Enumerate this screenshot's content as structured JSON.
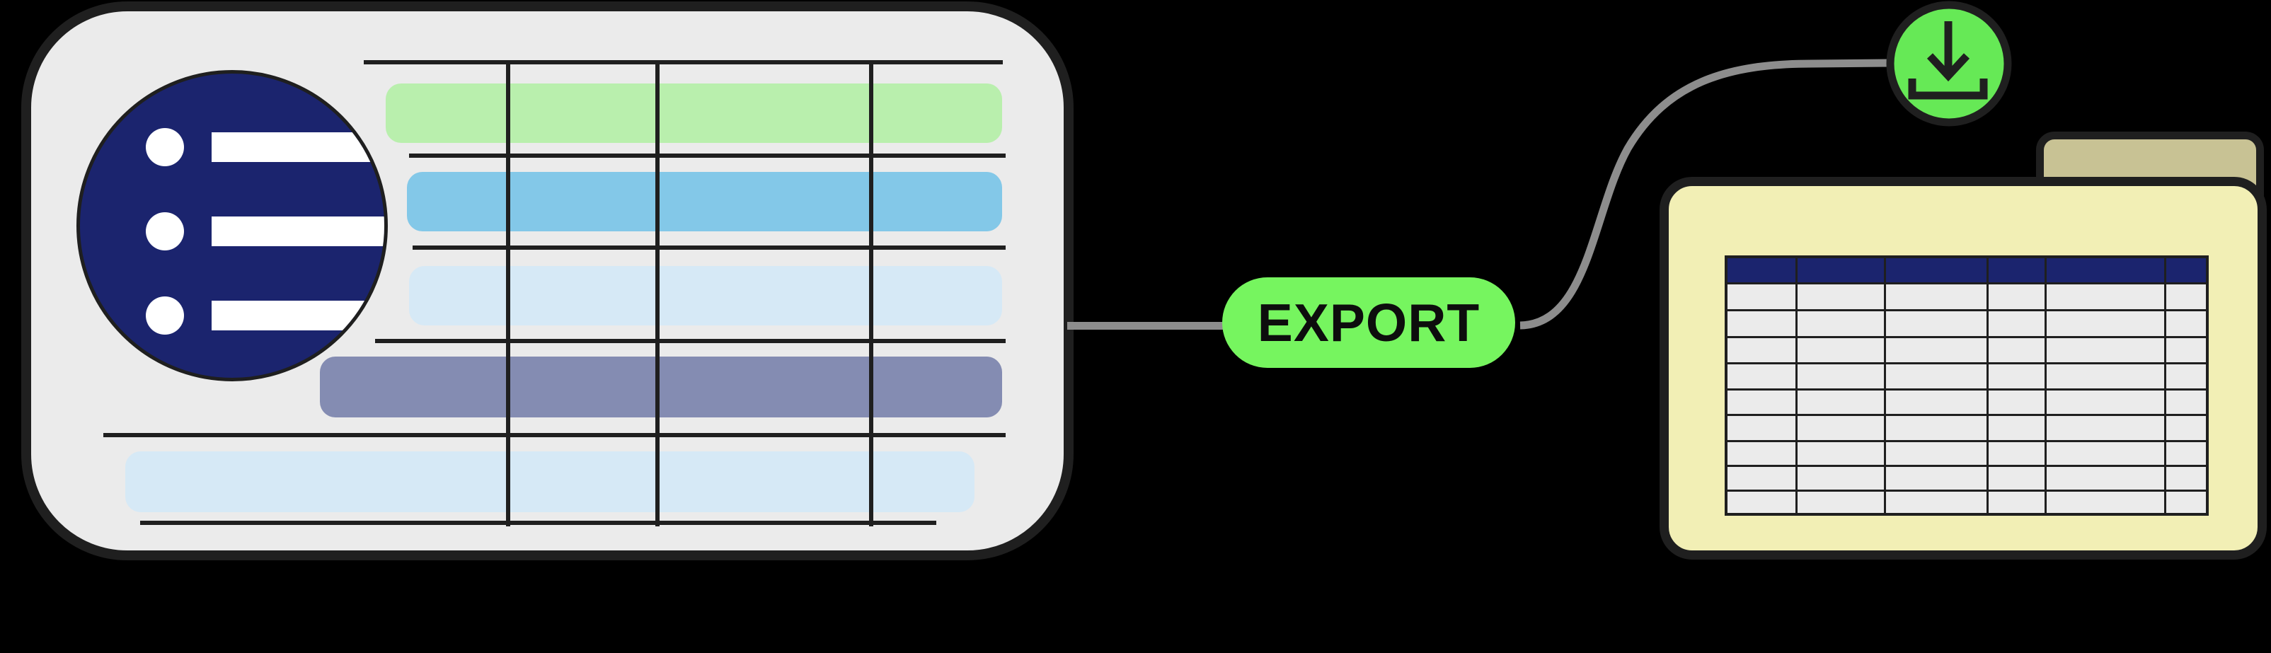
{
  "illustration": {
    "name": "table-export-flow",
    "export_button": {
      "label": "EXPORT"
    },
    "source_card": {
      "icon": "bulleted-list-icon",
      "list_items": 3,
      "grid_columns": 4,
      "highlight_rows": [
        "green",
        "sky-blue",
        "pale-blue",
        "slate",
        "pale-blue"
      ]
    },
    "connector": {
      "shape": "curved-gray-line",
      "badge": "download-icon"
    },
    "destination_folder": {
      "icon": "folder-icon",
      "spreadsheet": {
        "header_rows": 1,
        "data_rows": 9,
        "columns": 6
      }
    }
  },
  "colors": {
    "background": "#000000",
    "outline": "#1f1f1f",
    "card-fill": "#ebebeb",
    "navy": "#1b246e",
    "white": "#ffffff",
    "row-green": "#b9efad",
    "row-sky": "#83c8e8",
    "row-pale": "#d6e9f6",
    "row-slate": "#848cb2",
    "connector-gray": "#8d8d8d",
    "button-green": "#76f55f",
    "badge-green": "#66e956",
    "button-text": "#0d0d0d",
    "folder-front": "#f2efb5",
    "folder-tab": "#c8c294",
    "sheet-fill": "#ebebeb"
  }
}
